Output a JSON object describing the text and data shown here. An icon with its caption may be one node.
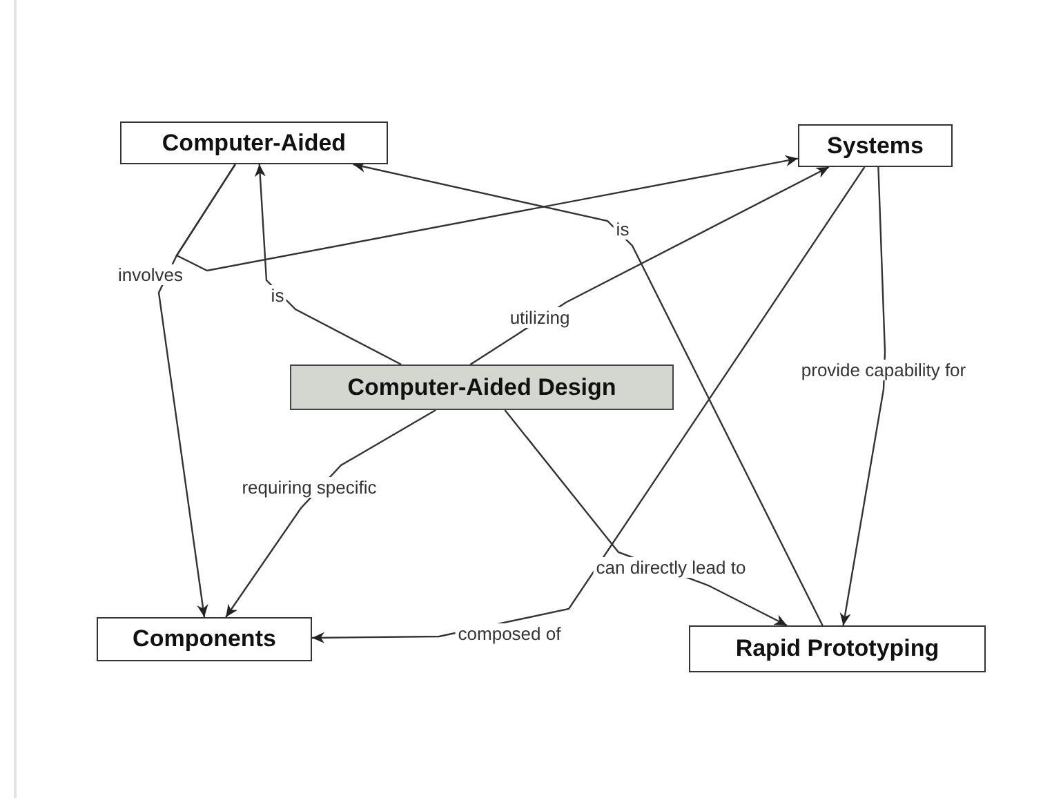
{
  "diagram": {
    "nodes": [
      {
        "text": [
          "Computer-Aided"
        ]
      },
      {
        "text": [
          "Systems"
        ]
      },
      {
        "text": [
          "Computer-Aided Design"
        ]
      },
      {
        "text": [
          "Components"
        ]
      },
      {
        "text": [
          "Rapid Prototyping"
        ]
      }
    ],
    "edges": [
      {
        "from": 0,
        "to": 3,
        "arrow": "to",
        "label": "involves"
      },
      {
        "from": 0,
        "to": 1,
        "arrow": "to"
      },
      {
        "from": 2,
        "to": 0,
        "arrow": "to",
        "label": "is"
      },
      {
        "from": 2,
        "to": 1,
        "arrow": "to",
        "label": "utilizing"
      },
      {
        "from": 2,
        "to": 3,
        "arrow": "to",
        "label": "requiring specific"
      },
      {
        "from": 2,
        "to": 4,
        "arrow": "to",
        "label": "can directly lead to"
      },
      {
        "from": 1,
        "to": 4,
        "arrow": "to",
        "label": "provide capability for"
      },
      {
        "from": 1,
        "to": 3,
        "arrow": "to",
        "label": "composed of"
      },
      {
        "from": 4,
        "to": 0,
        "arrow": "to",
        "label": "is"
      }
    ]
  }
}
